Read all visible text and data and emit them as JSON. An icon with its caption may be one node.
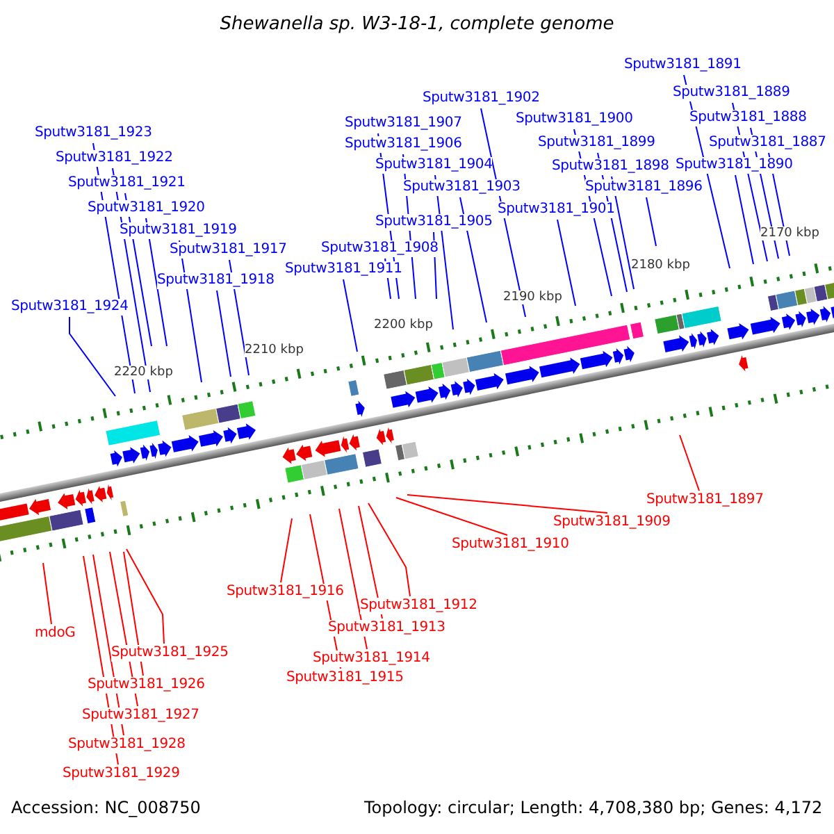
{
  "diagram": {
    "title": "Shewanella sp. W3-18-1, complete genome",
    "nodes": [
      {
        "text": [
          "Sputw3181_1891"
        ]
      },
      {
        "text": [
          "Sputw3181_1902"
        ]
      },
      {
        "text": [
          "Sputw3181_1889"
        ]
      },
      {
        "text": [
          "Sputw3181_1888"
        ]
      },
      {
        "text": [
          "Sputw3181_1900"
        ]
      },
      {
        "text": [
          "Sputw3181_1907"
        ]
      },
      {
        "text": [
          "Sputw3181_1923"
        ]
      },
      {
        "text": [
          "Sputw3181_1887"
        ]
      },
      {
        "text": [
          "Sputw3181_1899"
        ]
      },
      {
        "text": [
          "Sputw3181_1906"
        ]
      },
      {
        "text": [
          "Sputw3181_1922"
        ]
      },
      {
        "text": [
          "Sputw3181_1904"
        ]
      },
      {
        "text": [
          "Sputw3181_1890"
        ]
      },
      {
        "text": [
          "Sputw3181_1898"
        ]
      },
      {
        "text": [
          "Sputw3181_1921"
        ]
      },
      {
        "text": [
          "Sputw3181_1903"
        ]
      },
      {
        "text": [
          "Sputw3181_1896"
        ]
      },
      {
        "text": [
          "Sputw3181_1920"
        ]
      },
      {
        "text": [
          "Sputw3181_1901"
        ]
      },
      {
        "text": [
          "Sputw3181_1905"
        ]
      },
      {
        "text": [
          "Sputw3181_1919"
        ]
      },
      {
        "text": [
          "Sputw3181_1908"
        ]
      },
      {
        "text": [
          "Sputw3181_1917"
        ]
      },
      {
        "text": [
          "Sputw3181_1911"
        ]
      },
      {
        "text": [
          "Sputw3181_1918"
        ]
      },
      {
        "text": [
          "Sputw3181_1924"
        ]
      },
      {
        "text": [
          "Sputw3181_1897"
        ]
      },
      {
        "text": [
          "Sputw3181_1909"
        ]
      },
      {
        "text": [
          "Sputw3181_1910"
        ]
      },
      {
        "text": [
          "Sputw3181_1916"
        ]
      },
      {
        "text": [
          "Sputw3181_1912"
        ]
      },
      {
        "text": [
          "Sputw3181_1913"
        ]
      },
      {
        "text": [
          "mdoG"
        ]
      },
      {
        "text": [
          "Sputw3181_1925"
        ]
      },
      {
        "text": [
          "Sputw3181_1914"
        ]
      },
      {
        "text": [
          "Sputw3181_1915"
        ]
      },
      {
        "text": [
          "Sputw3181_1926"
        ]
      },
      {
        "text": [
          "Sputw3181_1927"
        ]
      },
      {
        "text": [
          "Sputw3181_1928"
        ]
      },
      {
        "text": [
          "Sputw3181_1929"
        ]
      }
    ],
    "edges": [
      {
        "from": 0,
        "to": null,
        "arrow": "none"
      },
      {
        "from": 1,
        "to": null,
        "arrow": "none"
      },
      {
        "from": 2,
        "to": null,
        "arrow": "none"
      },
      {
        "from": 3,
        "to": null,
        "arrow": "none"
      },
      {
        "from": 4,
        "to": null,
        "arrow": "none"
      },
      {
        "from": 5,
        "to": null,
        "arrow": "none"
      },
      {
        "from": 6,
        "to": null,
        "arrow": "none"
      },
      {
        "from": 7,
        "to": null,
        "arrow": "none"
      },
      {
        "from": 8,
        "to": null,
        "arrow": "none"
      },
      {
        "from": 9,
        "to": null,
        "arrow": "none"
      },
      {
        "from": 10,
        "to": null,
        "arrow": "none"
      },
      {
        "from": 11,
        "to": null,
        "arrow": "none"
      },
      {
        "from": 12,
        "to": null,
        "arrow": "none"
      },
      {
        "from": 13,
        "to": null,
        "arrow": "none"
      },
      {
        "from": 14,
        "to": null,
        "arrow": "none"
      },
      {
        "from": 15,
        "to": null,
        "arrow": "none"
      },
      {
        "from": 16,
        "to": null,
        "arrow": "none"
      },
      {
        "from": 17,
        "to": null,
        "arrow": "none"
      },
      {
        "from": 18,
        "to": null,
        "arrow": "none"
      },
      {
        "from": 19,
        "to": null,
        "arrow": "none"
      },
      {
        "from": 20,
        "to": null,
        "arrow": "none"
      },
      {
        "from": 21,
        "to": null,
        "arrow": "none"
      },
      {
        "from": 22,
        "to": null,
        "arrow": "none"
      },
      {
        "from": 23,
        "to": null,
        "arrow": "none"
      },
      {
        "from": 24,
        "to": null,
        "arrow": "none"
      },
      {
        "from": 25,
        "to": null,
        "arrow": "none"
      },
      {
        "from": 26,
        "to": null,
        "arrow": "none",
        "color": "#ff0000"
      },
      {
        "from": 27,
        "to": null,
        "arrow": "none",
        "color": "#ff0000"
      },
      {
        "from": 28,
        "to": null,
        "arrow": "none",
        "color": "#ff0000"
      },
      {
        "from": 29,
        "to": null,
        "arrow": "none",
        "color": "#ff0000"
      },
      {
        "from": 30,
        "to": null,
        "arrow": "none",
        "color": "#ff0000"
      },
      {
        "from": 31,
        "to": null,
        "arrow": "none",
        "color": "#ff0000"
      },
      {
        "from": 32,
        "to": null,
        "arrow": "none",
        "color": "#ff0000"
      },
      {
        "from": 33,
        "to": null,
        "arrow": "none",
        "color": "#ff0000"
      },
      {
        "from": 34,
        "to": null,
        "arrow": "none",
        "color": "#ff0000"
      },
      {
        "from": 35,
        "to": null,
        "arrow": "none",
        "color": "#ff0000"
      },
      {
        "from": 36,
        "to": null,
        "arrow": "none",
        "color": "#ff0000"
      },
      {
        "from": 37,
        "to": null,
        "arrow": "none",
        "color": "#ff0000"
      },
      {
        "from": 38,
        "to": null,
        "arrow": "none",
        "color": "#ff0000"
      },
      {
        "from": 39,
        "to": null,
        "arrow": "none",
        "color": "#ff0000"
      }
    ],
    "labels": [
      "2220 kbp",
      "2210 kbp",
      "2200 kbp",
      "2190 kbp",
      "2180 kbp",
      "2170 kbp",
      "Accession: NC_008750",
      "Topology: circular; Length: 4,708,380 bp; Genes: 4,172"
    ]
  }
}
